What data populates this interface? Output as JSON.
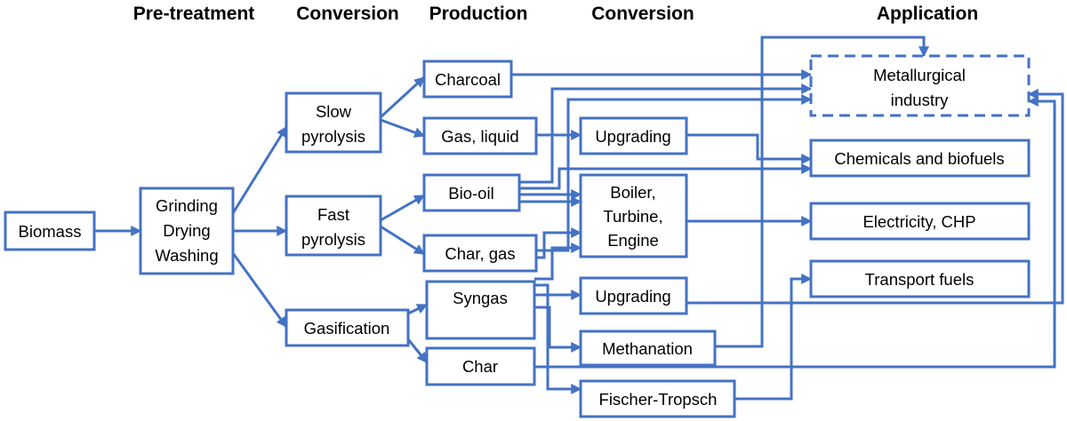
{
  "colors": {
    "accent": "#4472C4",
    "text": "#000000",
    "background": "#FFFFFF"
  },
  "headers": {
    "pretreatment": "Pre-treatment",
    "conversion1": "Conversion",
    "production": "Production",
    "conversion2": "Conversion",
    "application": "Application"
  },
  "nodes": {
    "biomass": [
      "Biomass"
    ],
    "pretreat": [
      "Grinding",
      "Drying",
      "Washing"
    ],
    "slow": [
      "Slow",
      "pyrolysis"
    ],
    "fast": [
      "Fast",
      "pyrolysis"
    ],
    "gasification": [
      "Gasification"
    ],
    "charcoal": [
      "Charcoal"
    ],
    "gasliquid": [
      "Gas, liquid"
    ],
    "biooil": [
      "Bio-oil"
    ],
    "chargas": [
      "Char, gas"
    ],
    "syngas": [
      "Syngas"
    ],
    "char": [
      "Char"
    ],
    "upgrading1": [
      "Upgrading"
    ],
    "boiler": [
      "Boiler,",
      "Turbine,",
      "Engine"
    ],
    "upgrading2": [
      "Upgrading"
    ],
    "methanation": [
      "Methanation"
    ],
    "fischer": [
      "Fischer-Tropsch"
    ],
    "metallurgical": [
      "Metallurgical",
      "industry"
    ],
    "chemicals": [
      "Chemicals and biofuels"
    ],
    "electricity": [
      "Electricity, CHP"
    ],
    "transport": [
      "Transport fuels"
    ]
  }
}
